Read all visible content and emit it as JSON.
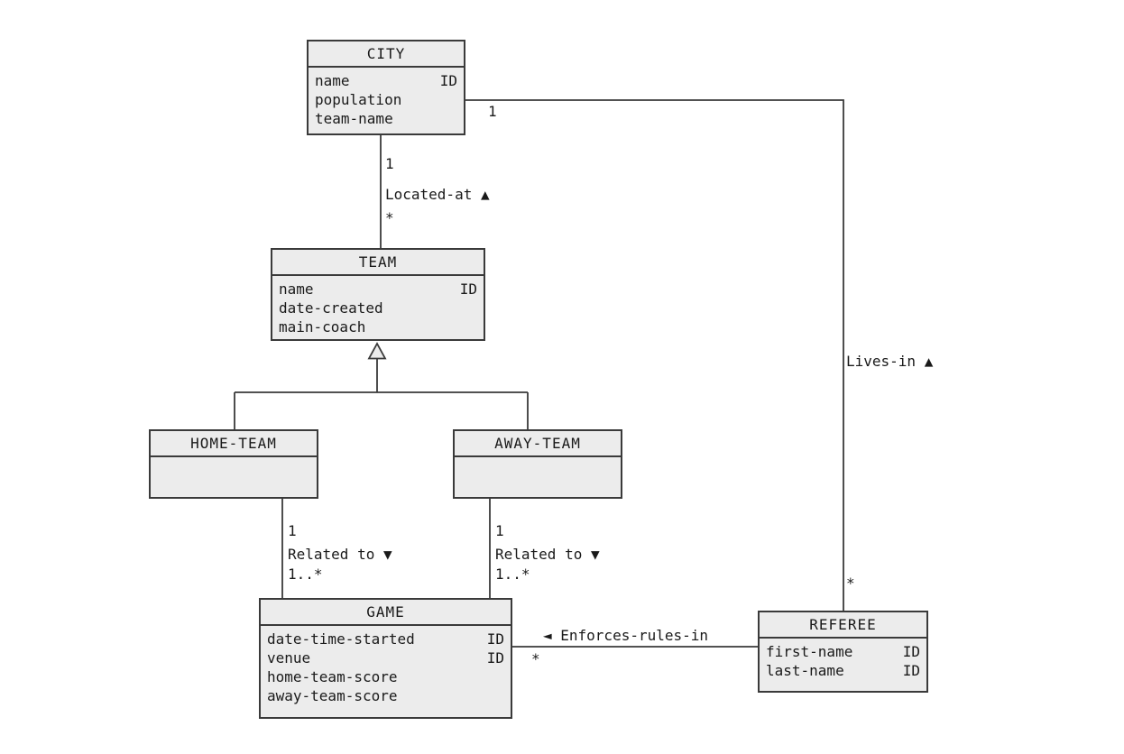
{
  "entities": {
    "city": {
      "title": "CITY",
      "attributes": [
        {
          "name": "name",
          "tag": "ID"
        },
        {
          "name": "population",
          "tag": ""
        },
        {
          "name": "team-name",
          "tag": ""
        }
      ]
    },
    "team": {
      "title": "TEAM",
      "attributes": [
        {
          "name": "name",
          "tag": "ID"
        },
        {
          "name": "date-created",
          "tag": ""
        },
        {
          "name": "main-coach",
          "tag": ""
        }
      ]
    },
    "home_team": {
      "title": "HOME-TEAM",
      "attributes": []
    },
    "away_team": {
      "title": "AWAY-TEAM",
      "attributes": []
    },
    "game": {
      "title": "GAME",
      "attributes": [
        {
          "name": "date-time-started",
          "tag": "ID"
        },
        {
          "name": "venue",
          "tag": "ID"
        },
        {
          "name": "home-team-score",
          "tag": ""
        },
        {
          "name": "away-team-score",
          "tag": ""
        }
      ]
    },
    "referee": {
      "title": "REFEREE",
      "attributes": [
        {
          "name": "first-name",
          "tag": "ID"
        },
        {
          "name": "last-name",
          "tag": "ID"
        }
      ]
    }
  },
  "relationships": {
    "located_at": {
      "label": "Located-at ▲",
      "city_card": "1",
      "team_card": "*"
    },
    "lives_in": {
      "label": "Lives-in ▲",
      "city_card": "1",
      "referee_card": "*"
    },
    "related_to_home": {
      "label": "Related to ▼",
      "home_team_card": "1",
      "game_card": "1..*"
    },
    "related_to_away": {
      "label": "Related to ▼",
      "away_team_card": "1",
      "game_card": "1..*"
    },
    "enforces_rules_in": {
      "label": "◄ Enforces-rules-in",
      "game_card": "*"
    }
  },
  "colors": {
    "background": "#ffffff",
    "box_fill": "#ececec",
    "box_border": "#3a3a3a",
    "connector": "#3a3a3a",
    "text": "#1a1a1a"
  }
}
